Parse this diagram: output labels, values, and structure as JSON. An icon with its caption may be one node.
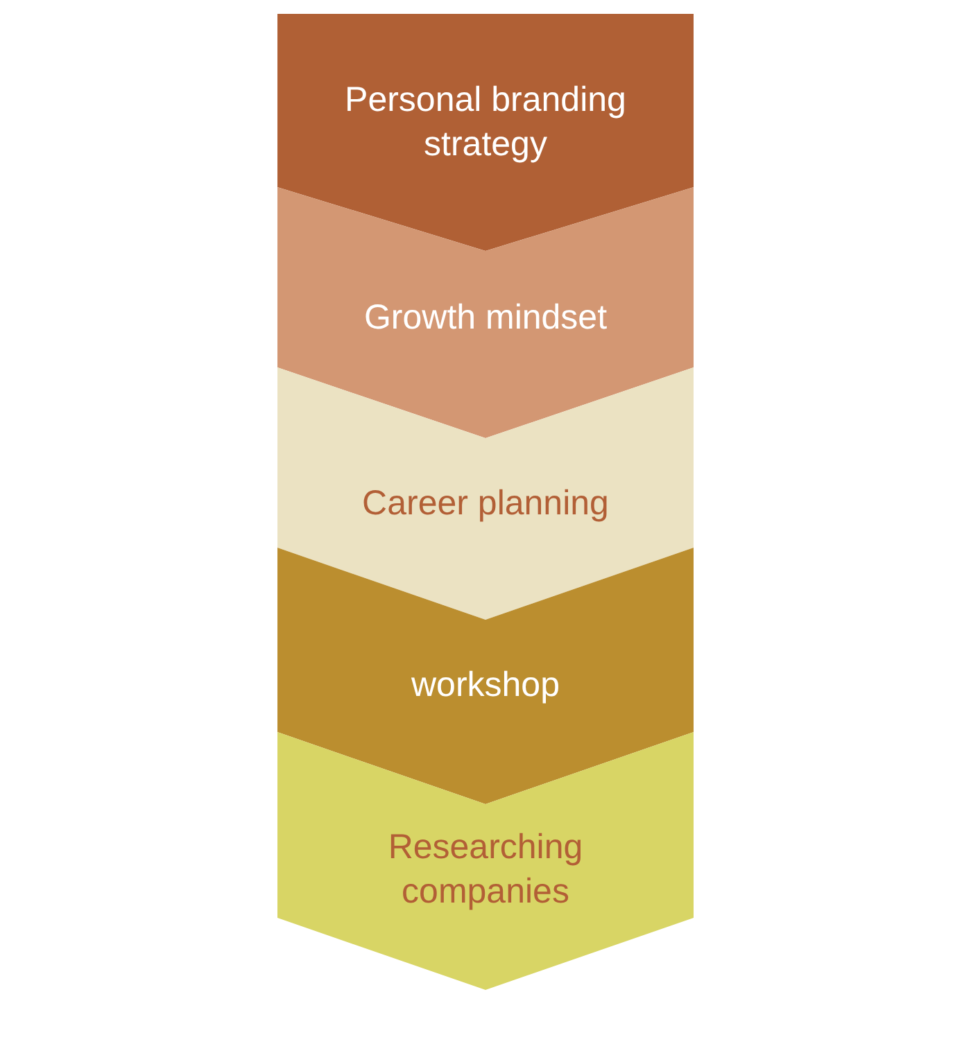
{
  "diagram": {
    "nodes": [
      {
        "text": [
          "Personal branding strategy"
        ]
      },
      {
        "text": [
          "Growth mindset"
        ]
      },
      {
        "text": [
          "Career planning"
        ]
      },
      {
        "text": [
          "workshop"
        ]
      },
      {
        "text": [
          "Researching companies"
        ]
      }
    ]
  }
}
